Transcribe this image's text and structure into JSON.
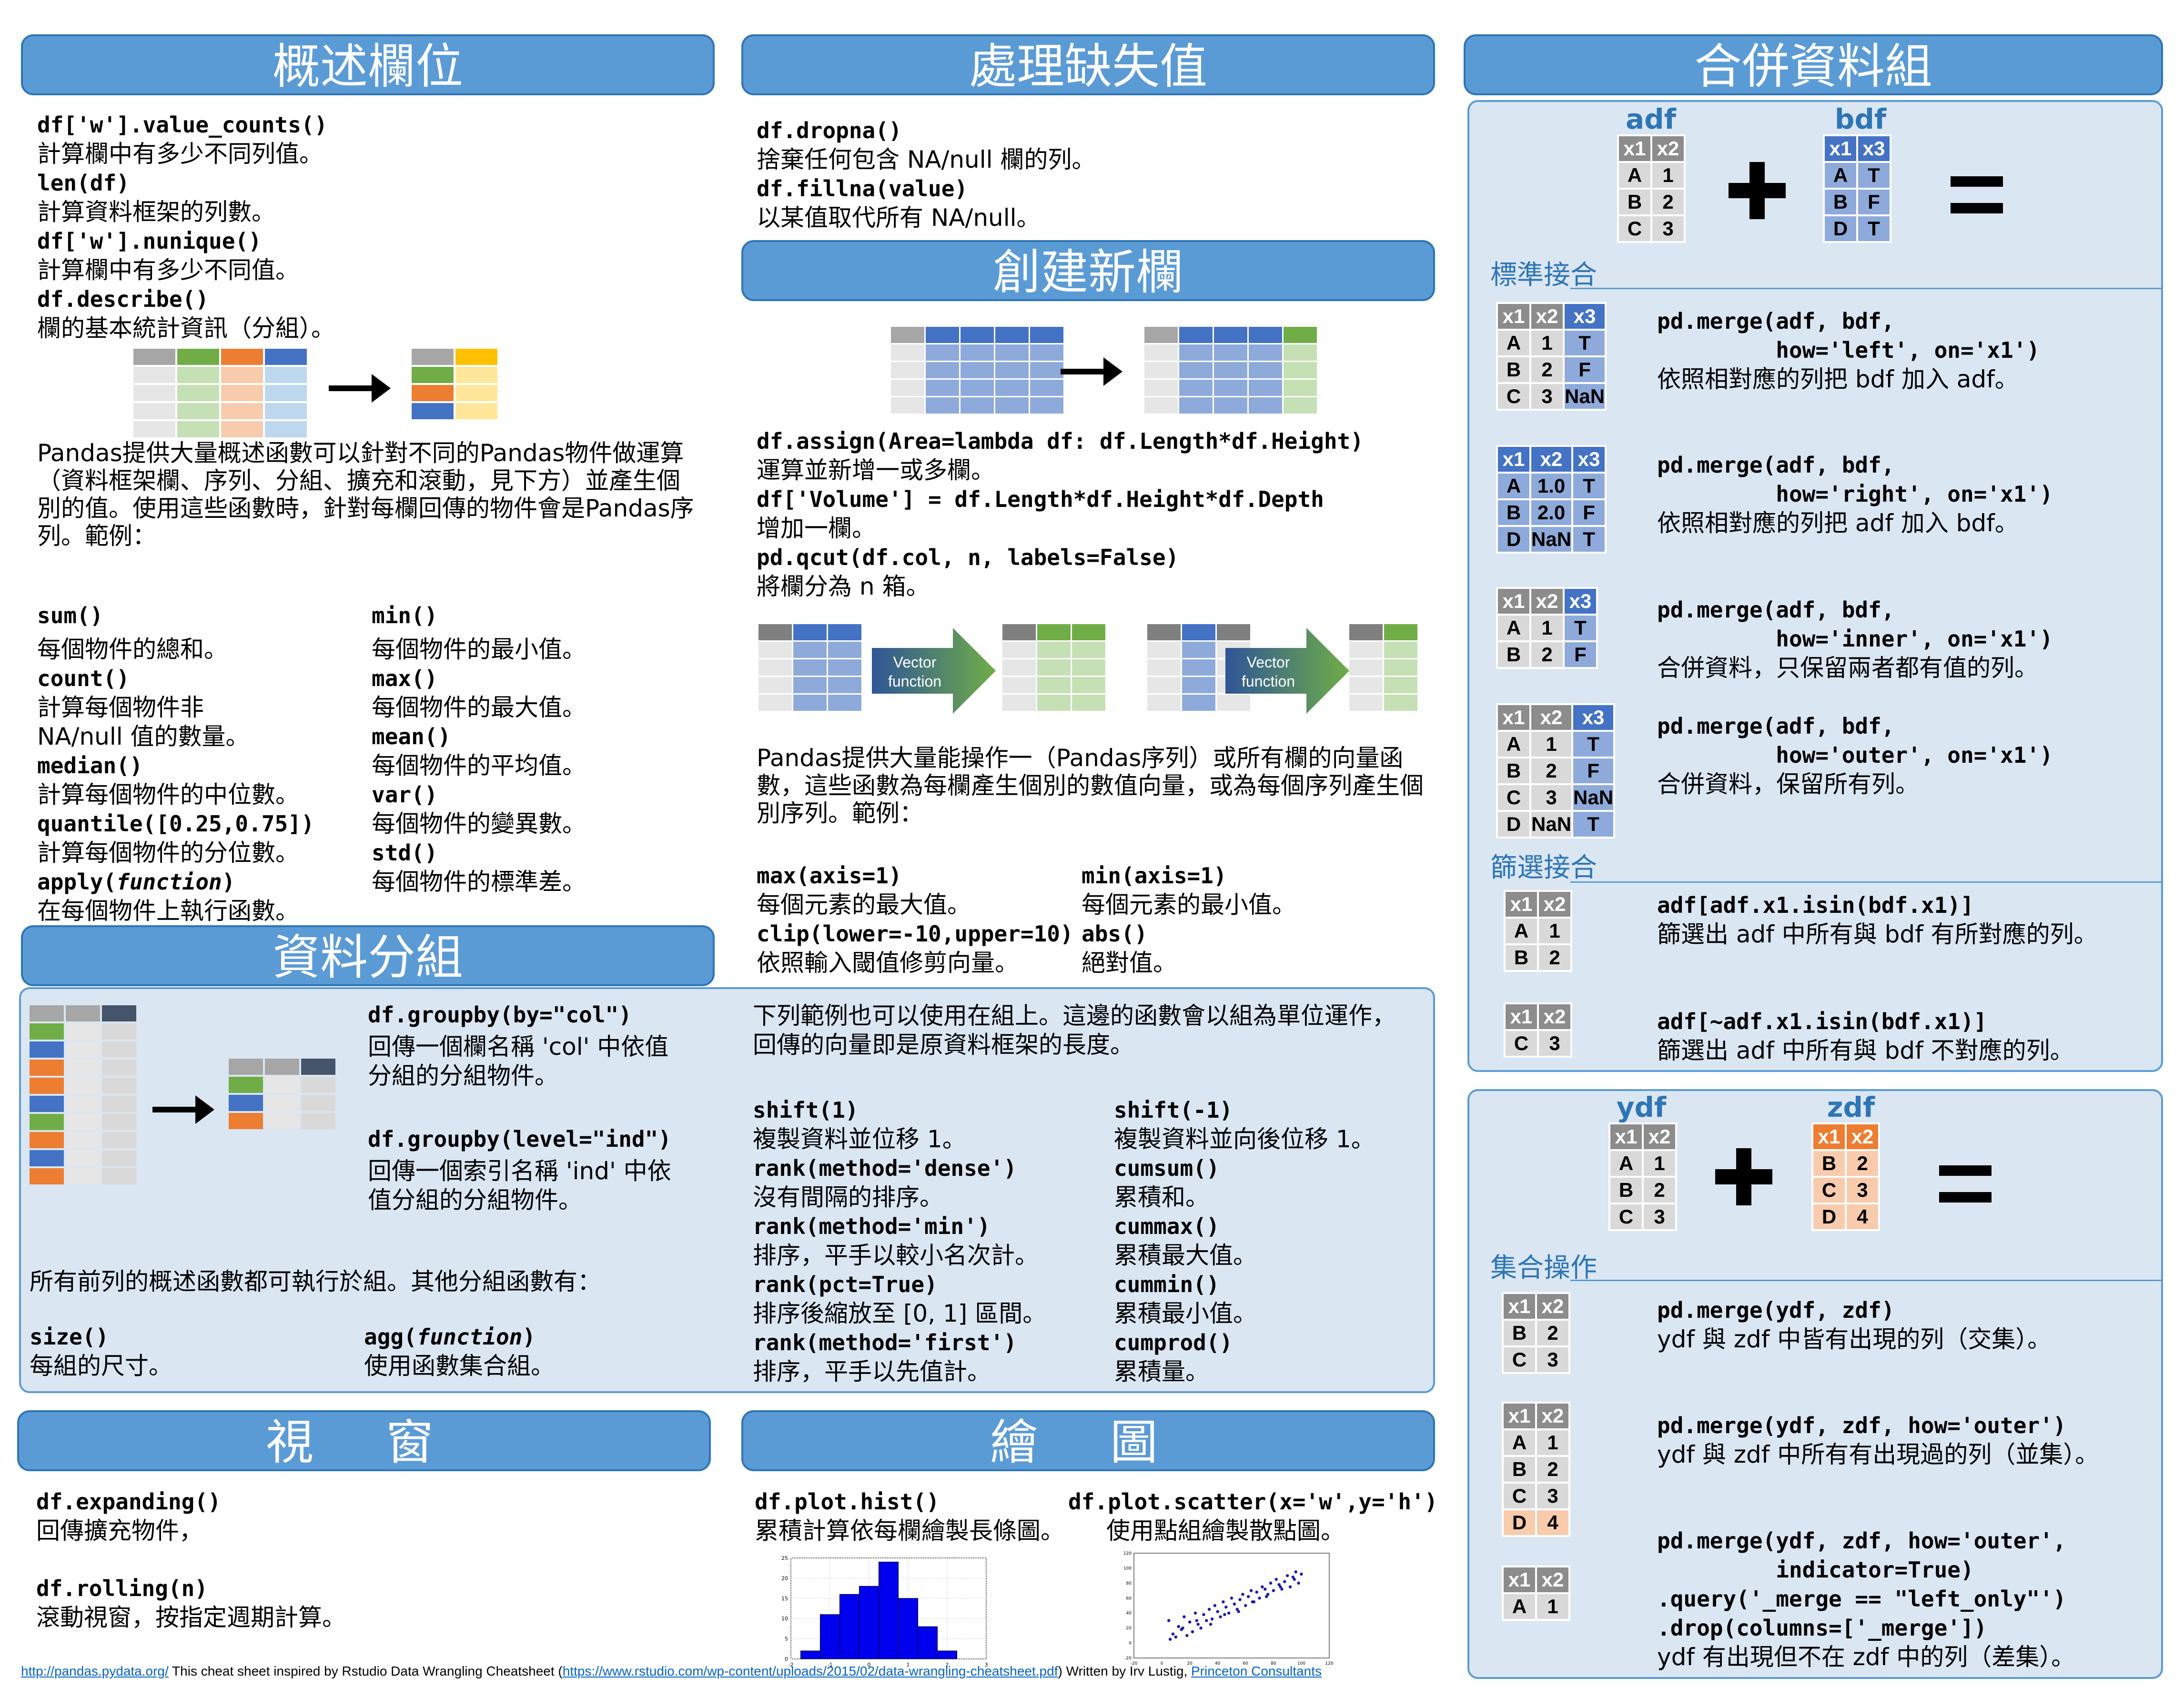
{
  "sections": {
    "summarize": "概述欄位",
    "missing": "處理缺失值",
    "combine": "合併資料組",
    "newcols": "創建新欄",
    "group": "資料分組",
    "windows": "視 窗",
    "plotting": "繪 圖"
  },
  "summarize": {
    "items": [
      {
        "code": "df['w'].value_counts()",
        "desc": "計算欄中有多少不同列值。"
      },
      {
        "code": "len(df)",
        "desc": "計算資料框架的列數。"
      },
      {
        "code": "df['w'].nunique()",
        "desc": "計算欄中有多少不同值。"
      },
      {
        "code": "df.describe()",
        "desc": "欄的基本統計資訊（分組）。"
      }
    ],
    "paragraph": "Pandas提供大量概述函數可以針對不同的Pandas物件做運算（資料框架欄、序列、分組、擴充和滾動，見下方）並產生個別的值。使用這些函數時，針對每欄回傳的物件會是Pandas序列。範例：",
    "left": [
      {
        "code": "sum()",
        "desc": "每個物件的總和。"
      },
      {
        "code": "count()",
        "desc": "計算每個物件非\nNA/null 值的數量。"
      },
      {
        "code": "median()",
        "desc": "計算每個物件的中位數。"
      },
      {
        "code": "quantile([0.25,0.75])",
        "desc": "計算每個物件的分位數。"
      },
      {
        "code": "apply(",
        "code_it": "function",
        "code_end": ")",
        "desc": "在每個物件上執行函數。"
      }
    ],
    "right": [
      {
        "code": "min()",
        "desc": "每個物件的最小值。"
      },
      {
        "code": "max()",
        "desc": "每個物件的最大值。"
      },
      {
        "code": "mean()",
        "desc": "每個物件的平均值。"
      },
      {
        "code": "var()",
        "desc": "每個物件的變異數。"
      },
      {
        "code": "std()",
        "desc": "每個物件的標準差。"
      }
    ]
  },
  "missing": {
    "items": [
      {
        "code": "df.dropna()",
        "desc": "捨棄任何包含 NA/null 欄的列。"
      },
      {
        "code": "df.fillna(value)",
        "desc": "以某值取代所有 NA/null。"
      }
    ]
  },
  "newcols": {
    "items": [
      {
        "code": "df.assign(Area=lambda df: df.Length*df.Height)",
        "desc": "運算並新增一或多欄。"
      },
      {
        "code": "df['Volume'] = df.Length*df.Height*df.Depth",
        "desc": "增加一欄。"
      },
      {
        "code": "pd.qcut(df.col, n, labels=False)",
        "desc": "將欄分為 n 箱。"
      }
    ],
    "vector_label_1": "Vector",
    "vector_label_2": "function",
    "paragraph": "Pandas提供大量能操作一（Pandas序列）或所有欄的向量函數，這些函數為每欄產生個別的數值向量，或為每個序列產生個別序列。範例：",
    "left": [
      {
        "code": "max(axis=1)",
        "desc": "每個元素的最大值。"
      },
      {
        "code": "clip(lower=-10,upper=10)",
        "desc": "依照輸入閾值修剪向量。"
      }
    ],
    "right": [
      {
        "code": "min(axis=1)",
        "desc": "每個元素的最小值。"
      },
      {
        "code": "abs()",
        "desc": "絕對值。"
      }
    ]
  },
  "group": {
    "items": [
      {
        "code": "df.groupby(by=\"col\")",
        "desc": "回傳一個欄名稱 'col' 中依值\n分組的分組物件。"
      },
      {
        "code": "df.groupby(level=\"ind\")",
        "desc": "回傳一個索引名稱 'ind' 中依\n值分組的分組物件。"
      }
    ],
    "note": "所有前列的概述函數都可執行於組。其他分組函數有：",
    "size_code": "size()",
    "size_desc": "每組的尺寸。",
    "agg_code": "agg(",
    "agg_it": "function",
    "agg_end": ")",
    "agg_desc": "使用函數集合組。",
    "intro": "下列範例也可以使用在組上。這邊的函數會以組為單位運作，\n回傳的向量即是原資料框架的長度。",
    "left": [
      {
        "code": "shift(1)",
        "desc": "複製資料並位移 1。"
      },
      {
        "code": "rank(method='dense')",
        "desc": "沒有間隔的排序。"
      },
      {
        "code": "rank(method='min')",
        "desc": "排序，平手以較小名次計。"
      },
      {
        "code": "rank(pct=True)",
        "desc": "排序後縮放至 [0, 1] 區間。"
      },
      {
        "code": "rank(method='first')",
        "desc": "排序，平手以先值計。"
      }
    ],
    "right": [
      {
        "code": "shift(-1)",
        "desc": "複製資料並向後位移 1。"
      },
      {
        "code": "cumsum()",
        "desc": "累積和。"
      },
      {
        "code": "cummax()",
        "desc": "累積最大值。"
      },
      {
        "code": "cummin()",
        "desc": "累積最小值。"
      },
      {
        "code": "cumprod()",
        "desc": "累積量。"
      }
    ]
  },
  "windows": {
    "items": [
      {
        "code": "df.expanding()",
        "desc": "回傳擴充物件，"
      },
      {
        "code": "df.rolling(n)",
        "desc": "滾動視窗，按指定週期計算。"
      }
    ]
  },
  "plotting": {
    "hist_code": "df.plot.hist()",
    "hist_desc": "累積計算依每欄繪製長條圖。",
    "scatter_code": "df.plot.scatter(x='w',y='h')",
    "scatter_desc": "使用點組繪製散點圖。"
  },
  "combine": {
    "adf": "adf",
    "bdf": "bdf",
    "ydf": "ydf",
    "zdf": "zdf",
    "sub_standard": "標準接合",
    "sub_filter": "篩選接合",
    "sub_set": "集合操作",
    "merges": [
      {
        "code": "pd.merge(adf, bdf,\n         how='left', on='x1')",
        "desc": "依照相對應的列把 bdf 加入 adf。"
      },
      {
        "code": "pd.merge(adf, bdf,\n         how='right', on='x1')",
        "desc": "依照相對應的列把 adf 加入 bdf。"
      },
      {
        "code": "pd.merge(adf, bdf,\n         how='inner', on='x1')",
        "desc": "合併資料，只保留兩者都有值的列。"
      },
      {
        "code": "pd.merge(adf, bdf,\n         how='outer', on='x1')",
        "desc": "合併資料，保留所有列。"
      }
    ],
    "filters": [
      {
        "code": "adf[adf.x1.isin(bdf.x1)]",
        "desc": "篩選出 adf 中所有與 bdf 有所對應的列。"
      },
      {
        "code": "adf[~adf.x1.isin(bdf.x1)]",
        "desc": "篩選出 adf 中所有與 bdf 不對應的列。"
      }
    ],
    "sets": [
      {
        "code": "pd.merge(ydf, zdf)",
        "desc": "ydf 與 zdf 中皆有出現的列（交集）。"
      },
      {
        "code": "pd.merge(ydf, zdf, how='outer')",
        "desc": "ydf 與 zdf 中所有有出現過的列（並集）。"
      },
      {
        "code": "pd.merge(ydf, zdf, how='outer',\n         indicator=True)\n.query('_merge == \"left_only\"')\n.drop(columns=['_merge'])",
        "desc": "ydf 有出現但不在 zdf 中的列（差集）。"
      }
    ],
    "tables": {
      "adf": {
        "head": [
          "x1",
          "x2"
        ],
        "rows": [
          [
            "A",
            "1"
          ],
          [
            "B",
            "2"
          ],
          [
            "C",
            "3"
          ]
        ]
      },
      "bdf": {
        "head": [
          "x1",
          "x3"
        ],
        "rows": [
          [
            "A",
            "T"
          ],
          [
            "B",
            "F"
          ],
          [
            "D",
            "T"
          ]
        ]
      },
      "left": {
        "head": [
          "x1",
          "x2",
          "x3"
        ],
        "rows": [
          [
            "A",
            "1",
            "T"
          ],
          [
            "B",
            "2",
            "F"
          ],
          [
            "C",
            "3",
            "NaN"
          ]
        ]
      },
      "right": {
        "head": [
          "x1",
          "x2",
          "x3"
        ],
        "rows": [
          [
            "A",
            "1.0",
            "T"
          ],
          [
            "B",
            "2.0",
            "F"
          ],
          [
            "D",
            "NaN",
            "T"
          ]
        ]
      },
      "inner": {
        "head": [
          "x1",
          "x2",
          "x3"
        ],
        "rows": [
          [
            "A",
            "1",
            "T"
          ],
          [
            "B",
            "2",
            "F"
          ]
        ]
      },
      "outer": {
        "head": [
          "x1",
          "x2",
          "x3"
        ],
        "rows": [
          [
            "A",
            "1",
            "T"
          ],
          [
            "B",
            "2",
            "F"
          ],
          [
            "C",
            "3",
            "NaN"
          ],
          [
            "D",
            "NaN",
            "T"
          ]
        ]
      },
      "semi": {
        "head": [
          "x1",
          "x2"
        ],
        "rows": [
          [
            "A",
            "1"
          ],
          [
            "B",
            "2"
          ]
        ]
      },
      "anti": {
        "head": [
          "x1",
          "x2"
        ],
        "rows": [
          [
            "C",
            "3"
          ]
        ]
      },
      "ydf": {
        "head": [
          "x1",
          "x2"
        ],
        "rows": [
          [
            "A",
            "1"
          ],
          [
            "B",
            "2"
          ],
          [
            "C",
            "3"
          ]
        ]
      },
      "zdf": {
        "head": [
          "x1",
          "x2"
        ],
        "rows": [
          [
            "B",
            "2"
          ],
          [
            "C",
            "3"
          ],
          [
            "D",
            "4"
          ]
        ]
      },
      "inter": {
        "head": [
          "x1",
          "x2"
        ],
        "rows": [
          [
            "B",
            "2"
          ],
          [
            "C",
            "3"
          ]
        ]
      },
      "union": {
        "head": [
          "x1",
          "x2"
        ],
        "rows": [
          [
            "A",
            "1"
          ],
          [
            "B",
            "2"
          ],
          [
            "C",
            "3"
          ],
          [
            "D",
            "4"
          ]
        ]
      },
      "diff": {
        "head": [
          "x1",
          "x2"
        ],
        "rows": [
          [
            "A",
            "1"
          ]
        ]
      }
    }
  },
  "footer": {
    "link1": "http://pandas.pydata.org/",
    "text1": " This cheat sheet inspired by Rstudio Data Wrangling Cheatsheet (",
    "link2": "https://www.rstudio.com/wp-content/uploads/2015/02/data-wrangling-cheatsheet.pdf",
    "text2": ") Written by Irv Lustig, ",
    "link3": "Princeton Consultants"
  },
  "chart_data": [
    {
      "type": "bar",
      "title": "",
      "categories": [
        "-1.5",
        "-1",
        "-0.5",
        "0",
        "0.5",
        "1",
        "1.5",
        "2"
      ],
      "values": [
        2,
        11,
        16,
        18,
        24,
        15,
        8,
        2
      ],
      "xlim": [
        -2,
        3
      ],
      "ylim": [
        0,
        25
      ],
      "yticks": [
        0,
        5,
        10,
        15,
        20,
        25
      ],
      "xticks": [
        -2,
        -1,
        0,
        1,
        2,
        3
      ],
      "grid": true
    },
    {
      "type": "scatter",
      "title": "",
      "xlim": [
        -20,
        120
      ],
      "ylim": [
        -20,
        120
      ],
      "xticks": [
        -20,
        0,
        20,
        40,
        60,
        80,
        100,
        120
      ],
      "yticks": [
        -20,
        0,
        20,
        40,
        60,
        80,
        100,
        120
      ],
      "x": [
        5,
        8,
        10,
        12,
        14,
        16,
        18,
        20,
        22,
        24,
        26,
        28,
        30,
        32,
        34,
        36,
        38,
        40,
        42,
        44,
        46,
        48,
        50,
        52,
        54,
        56,
        58,
        60,
        62,
        64,
        66,
        68,
        70,
        72,
        74,
        76,
        78,
        80,
        82,
        84,
        86,
        88,
        90,
        92,
        94,
        96,
        98,
        100,
        6,
        15,
        25,
        35,
        45,
        55,
        65,
        75,
        85,
        95
      ],
      "y": [
        30,
        12,
        8,
        22,
        18,
        35,
        10,
        28,
        15,
        40,
        25,
        20,
        38,
        30,
        45,
        32,
        50,
        42,
        35,
        55,
        48,
        40,
        60,
        52,
        45,
        58,
        65,
        50,
        62,
        70,
        55,
        68,
        60,
        75,
        72,
        65,
        80,
        70,
        85,
        78,
        72,
        82,
        90,
        75,
        88,
        95,
        80,
        92,
        5,
        20,
        30,
        25,
        38,
        42,
        55,
        62,
        75,
        85
      ],
      "grid": false
    }
  ]
}
